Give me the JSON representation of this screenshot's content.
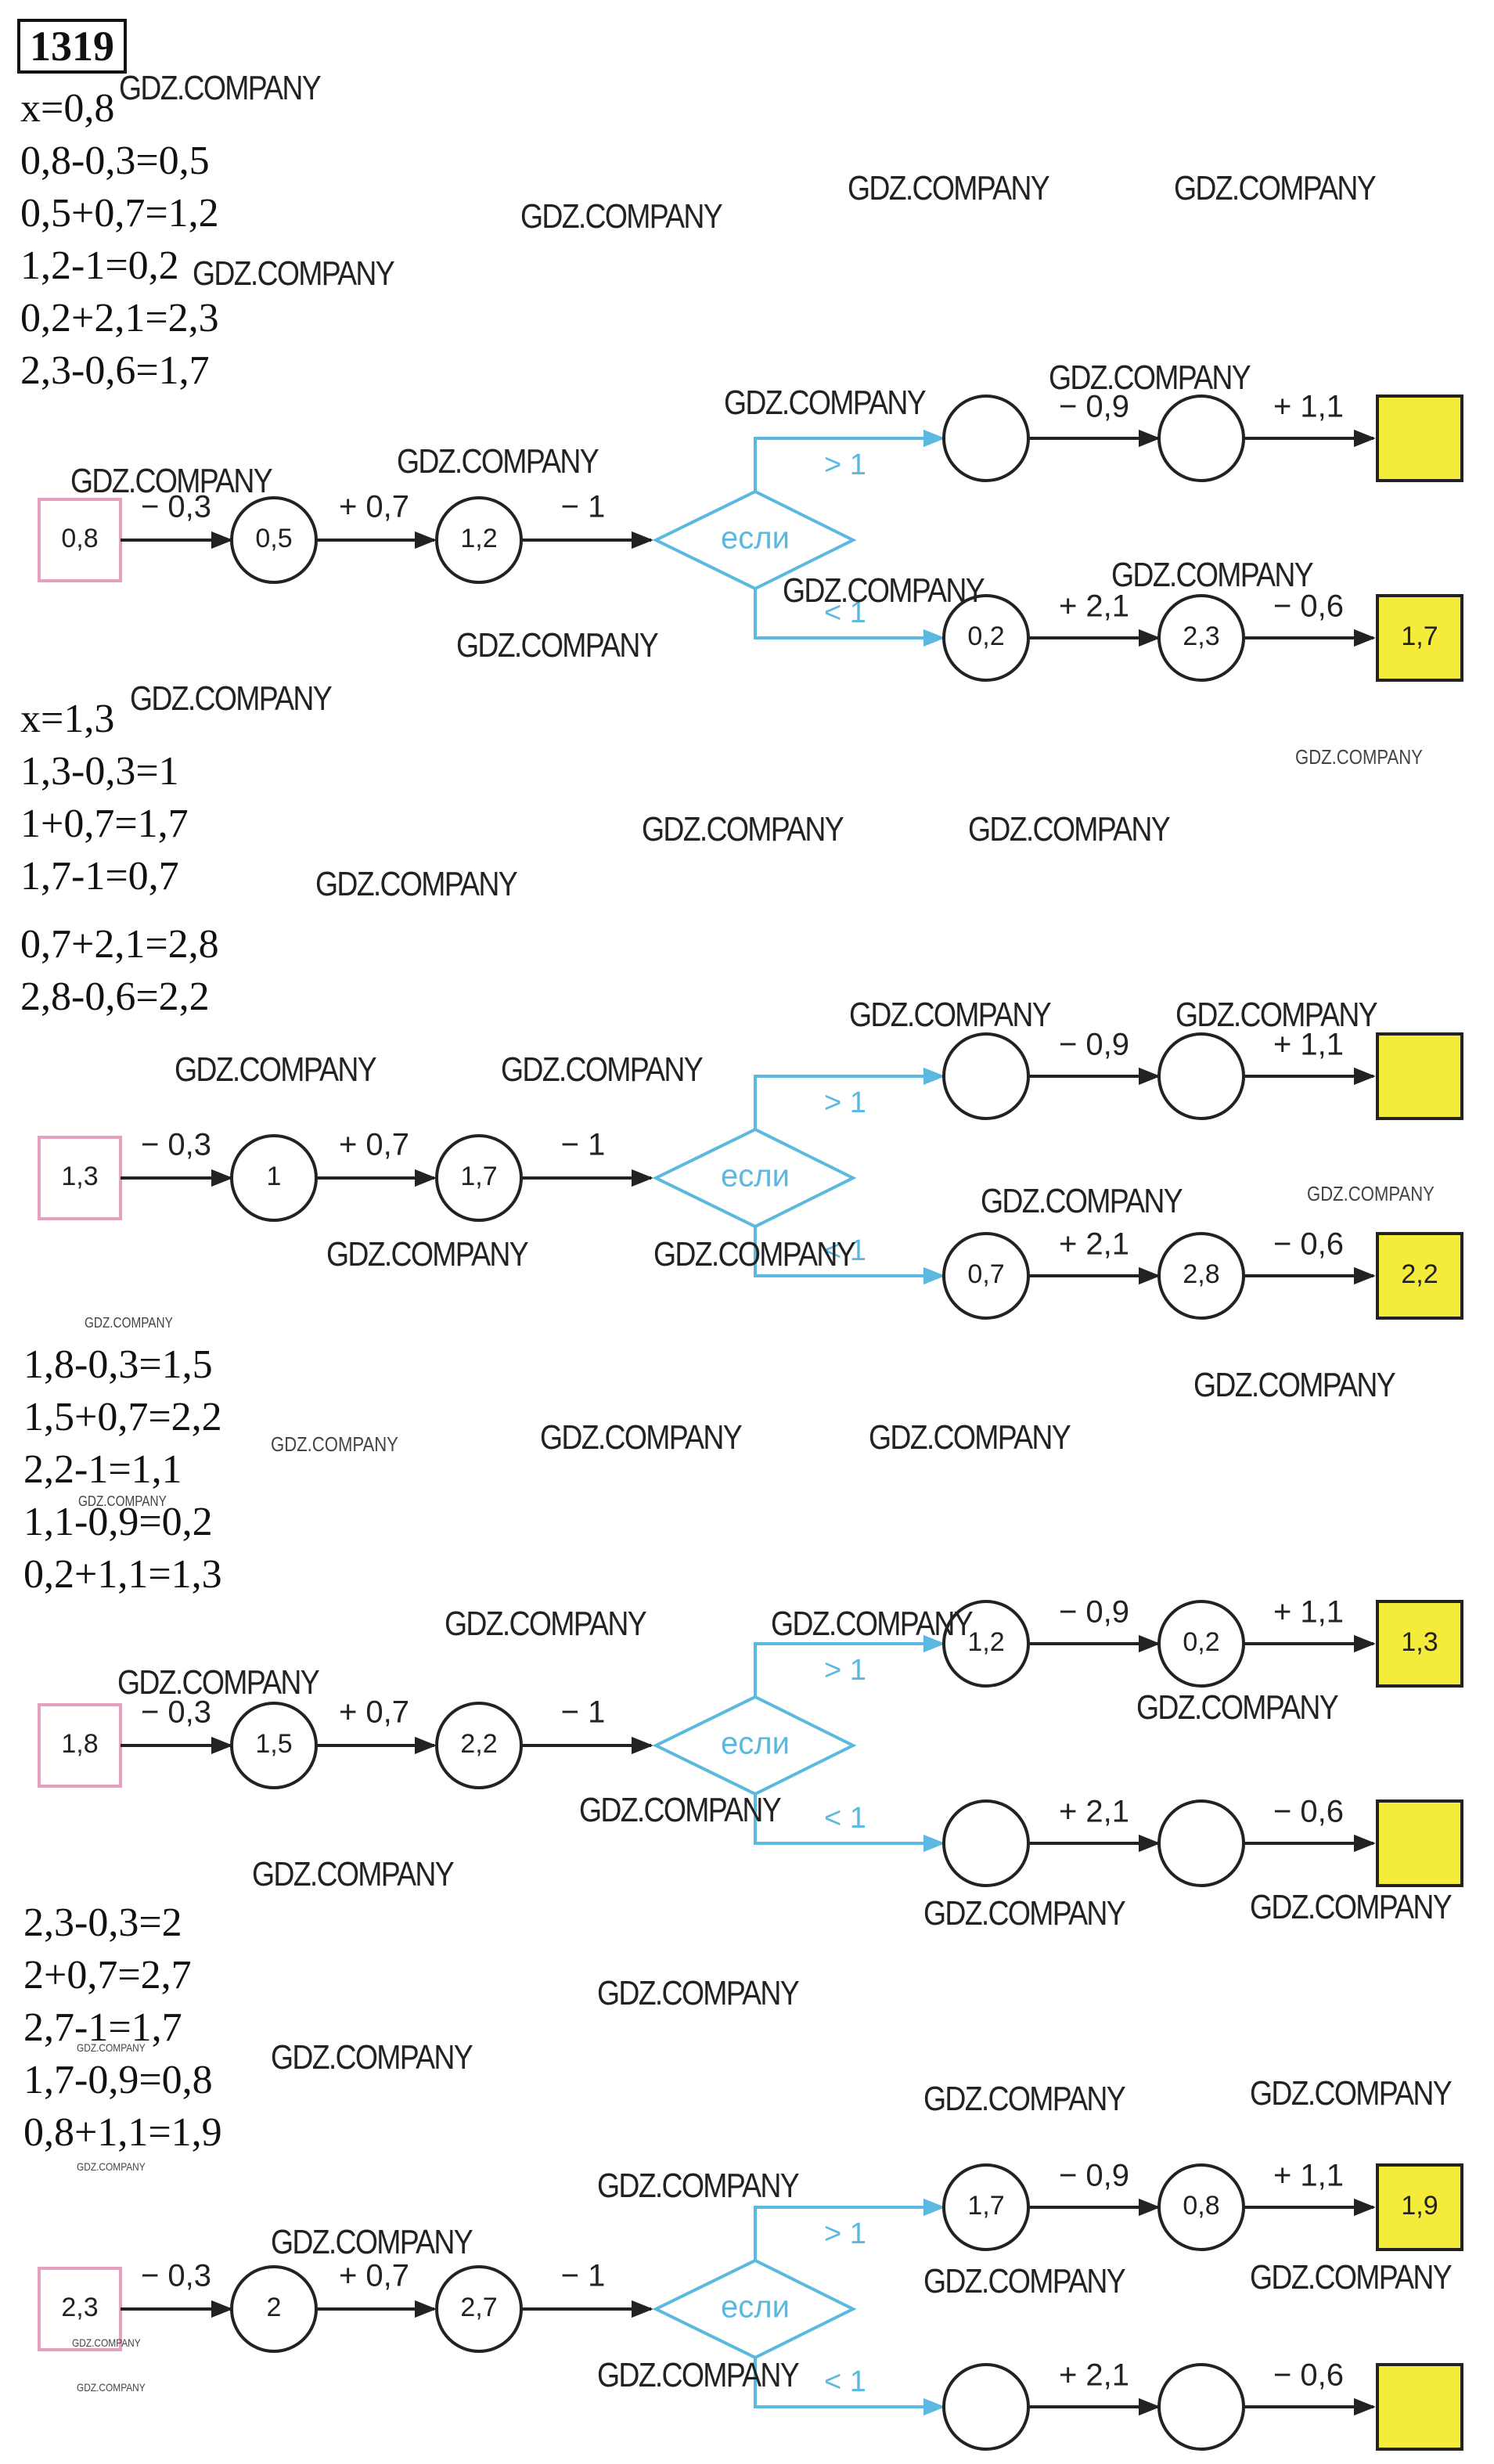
{
  "problem_number": "1319",
  "watermark": "GDZ.COMPANY",
  "colors": {
    "start_border": "#e8a0c0",
    "result_fill": "#f5eb3a",
    "branch": "#5bb8e0",
    "stroke": "#222222"
  },
  "blocks": [
    {
      "calc": [
        "x=0,8",
        "0,8-0,3=0,5",
        "0,5+0,7=1,2",
        "1,2-1=0,2",
        "0,2+2,1=2,3",
        "2,3-0,6=1,7"
      ],
      "diagram": {
        "ops": [
          "− 0,3",
          "+ 0,7",
          "− 1",
          "− 0,9",
          "+ 1,1",
          "+ 2,1",
          "− 0,6"
        ],
        "cond": "если",
        "gt": "> 1",
        "lt": "< 1",
        "start": "0,8",
        "c1": "0,5",
        "c2": "1,2",
        "u1": "",
        "u2": "",
        "u_res": "",
        "l1": "0,2",
        "l2": "2,3",
        "l_res": "1,7"
      }
    },
    {
      "calc": [
        "x=1,3",
        "1,3-0,3=1",
        "1+0,7=1,7",
        "1,7-1=0,7",
        "0,7+2,1=2,8",
        "2,8-0,6=2,2"
      ],
      "diagram": {
        "ops": [
          "− 0,3",
          "+ 0,7",
          "− 1",
          "− 0,9",
          "+ 1,1",
          "+ 2,1",
          "− 0,6"
        ],
        "cond": "если",
        "gt": "> 1",
        "lt": "< 1",
        "start": "1,3",
        "c1": "1",
        "c2": "1,7",
        "u1": "",
        "u2": "",
        "u_res": "",
        "l1": "0,7",
        "l2": "2,8",
        "l_res": "2,2"
      }
    },
    {
      "calc": [
        "1,8-0,3=1,5",
        "1,5+0,7=2,2",
        "2,2-1=1,1",
        "1,1-0,9=0,2",
        "0,2+1,1=1,3"
      ],
      "diagram": {
        "ops": [
          "− 0,3",
          "+ 0,7",
          "− 1",
          "− 0,9",
          "+ 1,1",
          "+ 2,1",
          "− 0,6"
        ],
        "cond": "если",
        "gt": "> 1",
        "lt": "< 1",
        "start": "1,8",
        "c1": "1,5",
        "c2": "2,2",
        "u1": "1,2",
        "u2": "0,2",
        "u_res": "1,3",
        "l1": "",
        "l2": "",
        "l_res": ""
      }
    },
    {
      "calc": [
        "2,3-0,3=2",
        "2+0,7=2,7",
        "2,7-1=1,7",
        "1,7-0,9=0,8",
        "0,8+1,1=1,9"
      ],
      "diagram": {
        "ops": [
          "− 0,3",
          "+ 0,7",
          "− 1",
          "− 0,9",
          "+ 1,1",
          "+ 2,1",
          "− 0,6"
        ],
        "cond": "если",
        "gt": "> 1",
        "lt": "< 1",
        "start": "2,3",
        "c1": "2",
        "c2": "2,7",
        "u1": "1,7",
        "u2": "0,8",
        "u_res": "1,9",
        "l1": "",
        "l2": "",
        "l_res": ""
      }
    }
  ]
}
